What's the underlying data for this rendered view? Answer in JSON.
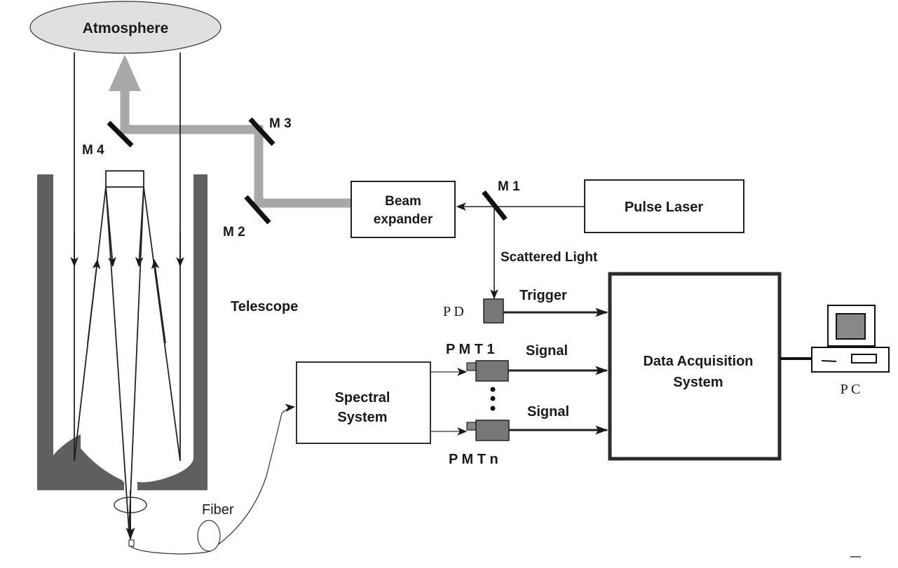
{
  "diagram": {
    "title": "Lidar system schematic",
    "labels": {
      "atmosphere": "Atmosphere",
      "m1": "M 1",
      "m2": "M 2",
      "m3": "M 3",
      "m4": "M 4",
      "beam_expander_line1": "Beam",
      "beam_expander_line2": "expander",
      "pulse_laser": "Pulse Laser",
      "scattered_light": "Scattered Light",
      "telescope": "Telescope",
      "pd": "P D",
      "trigger": "Trigger",
      "pmt1": "P M T 1",
      "pmtn": "P M T n",
      "signal1": "Signal",
      "signal2": "Signal",
      "spectral_line1": "Spectral",
      "spectral_line2": "System",
      "daq_line1": "Data Acquisition",
      "daq_line2": "System",
      "pc": "P C",
      "fiber": "Fiber"
    },
    "colors": {
      "line": "#1a1a1a",
      "beam": "#a8a8a8",
      "atmosphere_fill": "#e0e0e0",
      "telescope_body": "#5f5f5f",
      "detector_fill": "#777777",
      "screen_fill": "#888888"
    },
    "nodes": [
      {
        "id": "atmosphere",
        "type": "ellipse"
      },
      {
        "id": "pulse-laser",
        "type": "box"
      },
      {
        "id": "beam-expander",
        "type": "box"
      },
      {
        "id": "mirror-m1",
        "type": "mirror"
      },
      {
        "id": "mirror-m2",
        "type": "mirror"
      },
      {
        "id": "mirror-m3",
        "type": "mirror"
      },
      {
        "id": "mirror-m4",
        "type": "mirror"
      },
      {
        "id": "telescope",
        "type": "telescope"
      },
      {
        "id": "photodiode",
        "type": "detector"
      },
      {
        "id": "pmt-1",
        "type": "detector"
      },
      {
        "id": "pmt-n",
        "type": "detector"
      },
      {
        "id": "spectral-system",
        "type": "box"
      },
      {
        "id": "data-acquisition-system",
        "type": "box"
      },
      {
        "id": "pc",
        "type": "computer"
      },
      {
        "id": "fiber",
        "type": "fiber"
      }
    ],
    "edges": [
      {
        "from": "pulse-laser",
        "to": "mirror-m1"
      },
      {
        "from": "mirror-m1",
        "to": "beam-expander"
      },
      {
        "from": "mirror-m1",
        "to": "photodiode",
        "label": "Scattered Light"
      },
      {
        "from": "beam-expander",
        "to": "mirror-m2"
      },
      {
        "from": "mirror-m2",
        "to": "mirror-m3"
      },
      {
        "from": "mirror-m3",
        "to": "mirror-m4"
      },
      {
        "from": "mirror-m4",
        "to": "atmosphere"
      },
      {
        "from": "atmosphere",
        "to": "telescope"
      },
      {
        "from": "telescope",
        "to": "fiber"
      },
      {
        "from": "fiber",
        "to": "spectral-system"
      },
      {
        "from": "spectral-system",
        "to": "pmt-1"
      },
      {
        "from": "spectral-system",
        "to": "pmt-n"
      },
      {
        "from": "photodiode",
        "to": "data-acquisition-system",
        "label": "Trigger"
      },
      {
        "from": "pmt-1",
        "to": "data-acquisition-system",
        "label": "Signal"
      },
      {
        "from": "pmt-n",
        "to": "data-acquisition-system",
        "label": "Signal"
      },
      {
        "from": "data-acquisition-system",
        "to": "pc"
      }
    ]
  }
}
